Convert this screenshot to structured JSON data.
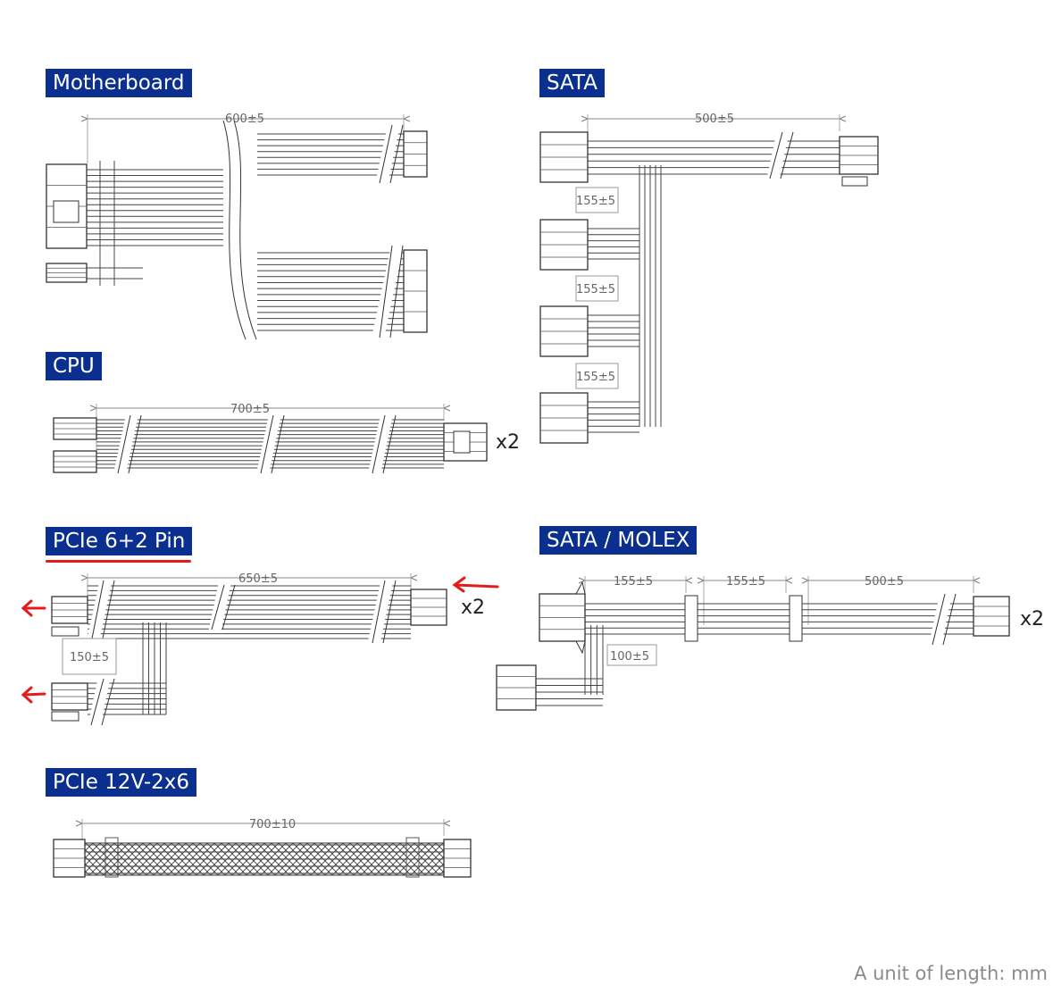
{
  "sections": {
    "motherboard": {
      "title": "Motherboard",
      "length": "600±5"
    },
    "sata": {
      "title": "SATA",
      "length": "500±5",
      "spacings": [
        "155±5",
        "155±5",
        "155±5"
      ]
    },
    "cpu": {
      "title": "CPU",
      "length": "700±5",
      "quantity": "x2"
    },
    "pcie62": {
      "title": "PCIe 6+2 Pin",
      "length": "650±5",
      "branch": "150±5",
      "quantity": "x2"
    },
    "sata_molex": {
      "title": "SATA / MOLEX",
      "lengths": [
        "155±5",
        "155±5",
        "500±5"
      ],
      "branch": "100±5",
      "quantity": "x2"
    },
    "pcie12v": {
      "title": "PCIe 12V-2x6",
      "length": "700±10"
    }
  },
  "footer": "A unit of length: mm",
  "colors": {
    "header_bg": "#0b2f8f",
    "annotation": "#e31b1b",
    "line": "#333333"
  }
}
